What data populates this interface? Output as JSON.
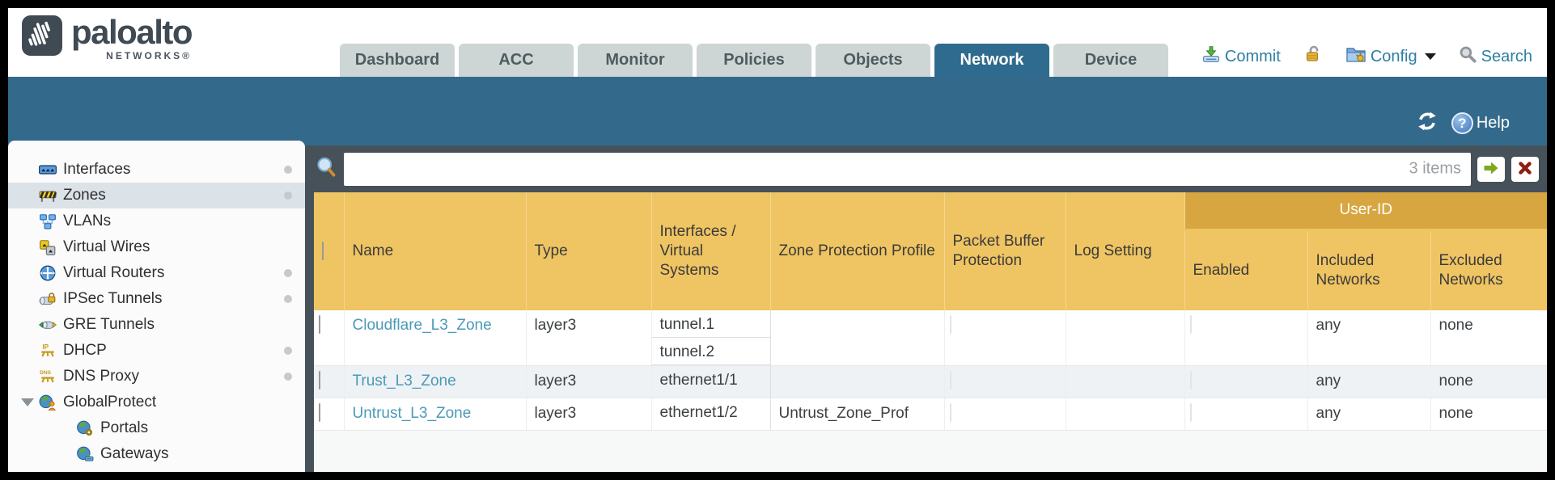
{
  "colors": {
    "teal_band": "#336a8c",
    "tab_active": "#2e6b8e",
    "tab_inactive": "#cdd6d4",
    "slate_toolbar": "#475159",
    "header_orange": "#efc462",
    "group_orange": "#d8a640",
    "link_blue": "#4a9ab8",
    "alt_row": "#eef2f5"
  },
  "header": {
    "brand": {
      "name": "paloalto",
      "sub": "NETWORKS®",
      "mark_icon": "paloalto-waveform-icon"
    },
    "tabs": [
      {
        "label": "Dashboard",
        "active": false
      },
      {
        "label": "ACC",
        "active": false
      },
      {
        "label": "Monitor",
        "active": false
      },
      {
        "label": "Policies",
        "active": false
      },
      {
        "label": "Objects",
        "active": false
      },
      {
        "label": "Network",
        "active": true
      },
      {
        "label": "Device",
        "active": false
      }
    ],
    "actions": {
      "commit_label": "Commit",
      "commit_icon": "commit-icon",
      "lock_icon": "unlocked-padlock-icon",
      "config_label": "Config",
      "config_icon": "config-folder-key-icon",
      "config_caret": "caret-down-icon",
      "search_label": "Search",
      "search_icon": "search-icon"
    }
  },
  "toolbar": {
    "refresh_icon": "refresh-icon",
    "help_icon": "help-icon",
    "help_label": "Help"
  },
  "sidebar": {
    "items": [
      {
        "label": "Interfaces",
        "icon": "interfaces-icon",
        "dot": true,
        "selected": false
      },
      {
        "label": "Zones",
        "icon": "zones-icon",
        "dot": true,
        "selected": true
      },
      {
        "label": "VLANs",
        "icon": "vlans-icon",
        "dot": false,
        "selected": false
      },
      {
        "label": "Virtual Wires",
        "icon": "virtual-wires-icon",
        "dot": false,
        "selected": false
      },
      {
        "label": "Virtual Routers",
        "icon": "virtual-routers-icon",
        "dot": true,
        "selected": false
      },
      {
        "label": "IPSec Tunnels",
        "icon": "ipsec-tunnels-icon",
        "dot": true,
        "selected": false
      },
      {
        "label": "GRE Tunnels",
        "icon": "gre-tunnels-icon",
        "dot": false,
        "selected": false
      },
      {
        "label": "DHCP",
        "icon": "dhcp-icon",
        "dot": true,
        "selected": false
      },
      {
        "label": "DNS Proxy",
        "icon": "dns-proxy-icon",
        "dot": true,
        "selected": false
      },
      {
        "label": "GlobalProtect",
        "icon": "globalprotect-icon",
        "dot": false,
        "selected": false,
        "expanded": true
      },
      {
        "label": "Portals",
        "icon": "portals-icon",
        "dot": false,
        "selected": false,
        "child": true
      },
      {
        "label": "Gateways",
        "icon": "gateways-icon",
        "dot": false,
        "selected": false,
        "child": true
      }
    ]
  },
  "filterbar": {
    "value": "",
    "count": "3 items",
    "magnifier_icon": "filter-search-icon",
    "apply_icon": "green-arrow-icon",
    "clear_icon": "red-x-icon"
  },
  "table": {
    "group_header": {
      "label": "User-ID",
      "spans": [
        "Enabled",
        "Included Networks",
        "Excluded Networks"
      ]
    },
    "columns": [
      "Name",
      "Type",
      "Interfaces / Virtual Systems",
      "Zone Protection Profile",
      "Packet Buffer Protection",
      "Log Setting",
      "Enabled",
      "Included Networks",
      "Excluded Networks"
    ],
    "rows": [
      {
        "name": "Cloudflare_L3_Zone",
        "type": "layer3",
        "interfaces": [
          "tunnel.1",
          "tunnel.2"
        ],
        "zone_protection_profile": "",
        "packet_buffer_protection": false,
        "log_setting": "",
        "user_id_enabled": false,
        "included_networks": "any",
        "excluded_networks": "none",
        "selected": false
      },
      {
        "name": "Trust_L3_Zone",
        "type": "layer3",
        "interfaces": [
          "ethernet1/1"
        ],
        "zone_protection_profile": "",
        "packet_buffer_protection": false,
        "log_setting": "",
        "user_id_enabled": false,
        "included_networks": "any",
        "excluded_networks": "none",
        "selected": false
      },
      {
        "name": "Untrust_L3_Zone",
        "type": "layer3",
        "interfaces": [
          "ethernet1/2"
        ],
        "zone_protection_profile": "Untrust_Zone_Prof",
        "packet_buffer_protection": false,
        "log_setting": "",
        "user_id_enabled": false,
        "included_networks": "any",
        "excluded_networks": "none",
        "selected": false
      }
    ]
  }
}
